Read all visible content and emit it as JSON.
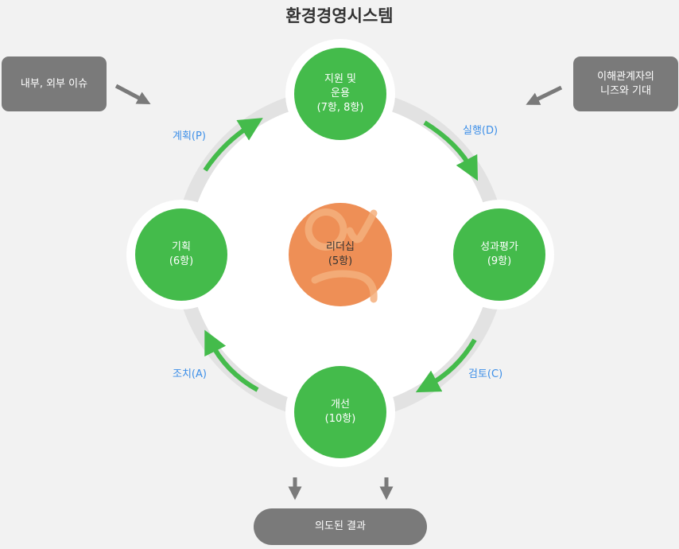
{
  "title": "환경경영시스템",
  "inputs": {
    "left": "내부, 외부 이슈",
    "right_line1": "이해관계자의",
    "right_line2": "니즈와 기대"
  },
  "nodes": {
    "support": {
      "line1": "지원 및",
      "line2": "운용",
      "line3": "(7항, 8항)"
    },
    "planning": {
      "line1": "기획",
      "line2": "(6항)"
    },
    "performance": {
      "line1": "성과평가",
      "line2": "(9항)"
    },
    "improvement": {
      "line1": "개선",
      "line2": "(10항)"
    },
    "leadership": {
      "line1": "리더십",
      "line2": "(5항)"
    }
  },
  "phases": {
    "plan": "계획(P)",
    "do": "실행(D)",
    "check": "검토(C)",
    "act": "조치(A)"
  },
  "output": "의도된 결과",
  "colors": {
    "green": "#44bb4b",
    "orange": "#ee8f56",
    "gray_box": "#7a7a7a",
    "phase_text": "#3d8fe8",
    "ring": "#e2e2e2"
  }
}
